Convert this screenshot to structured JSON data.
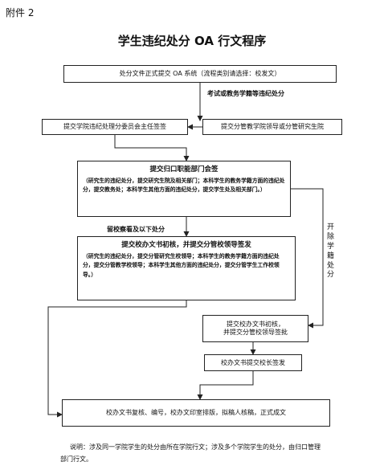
{
  "attachment": "附件 2",
  "title": "学生违纪处分 OA 行文程序",
  "boxes": {
    "start": "处分文件正式提交 OA 系统（流程类别请选择：校发文）",
    "college_committee": "提交学院违纪处理分委员会主任签签",
    "grad_school": "提交分管教学院领导或分管研究生院",
    "dept_main": "提交归口职能部门会签",
    "dept_detail": "（研究生的违纪处分，提交研究生院及相关部门；本科学生的教务学籍方面的违纪处分，提交教务处；本科学生其他方面的违纪处分，提交学生处及相关部门。）",
    "office_main": "提交校办文书初核，并提交分管校领导签发",
    "office_detail": "（研究生的违纪处分，提交分管研究生校领导；本科学生的教务学籍方面的违纪处分，提交分管教学校领导；本科学生其他方面的违纪处分，提交分管学生工作校领导。）",
    "office_right": "提交校办文书初核，\n并提交分管校领导签批",
    "president": "校办文书提交校长签发",
    "final": "校办文书复核、编号，校办文印室排版，拟稿人核稿，正式成文"
  },
  "labels": {
    "exam_violation": "考试或教务学籍等违纪处分",
    "warning_below": "留校察看及以下处分",
    "expulsion": "开除学籍处分"
  },
  "note": "说明：涉及同一学院学生的处分由所在学院行文；涉及多个学院学生的处分，由归口管理部门行文。"
}
